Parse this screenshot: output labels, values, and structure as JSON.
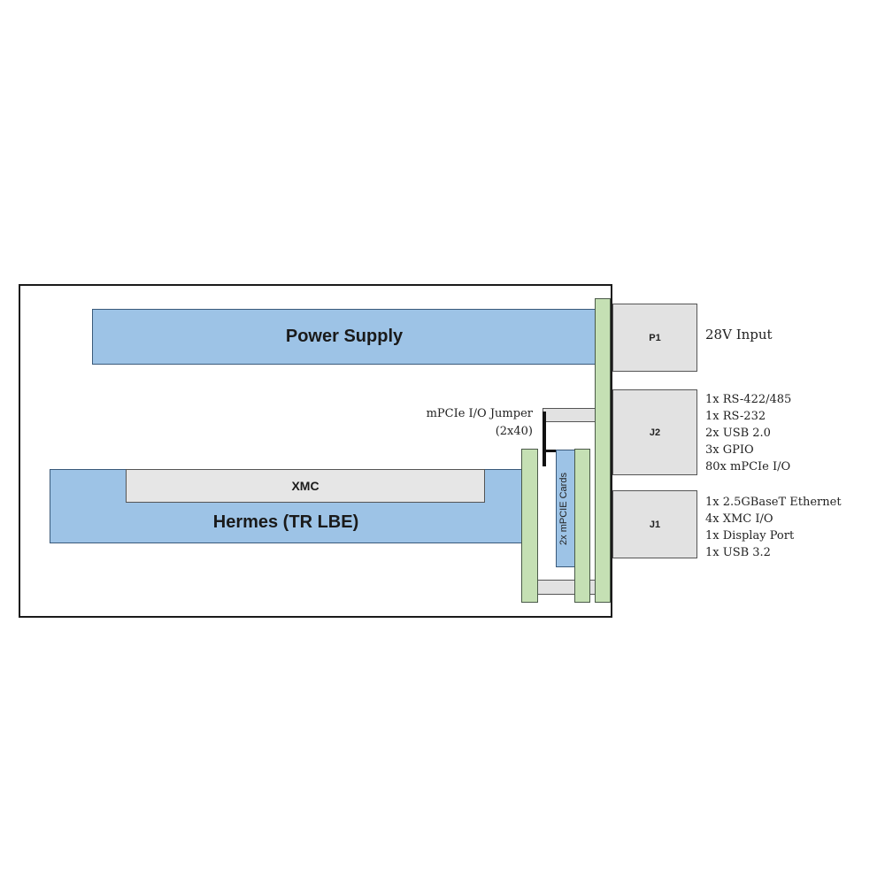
{
  "blocks": {
    "power_supply": "Power Supply",
    "hermes": "Hermes (TR LBE)",
    "xmc": "XMC",
    "mpcie_cards": "2x mPCIE Cards"
  },
  "jumper": {
    "line1": "mPCIe I/O Jumper",
    "line2": "(2x40)"
  },
  "connectors": {
    "p1": {
      "label": "P1",
      "notes": [
        "28V Input"
      ]
    },
    "j2": {
      "label": "J2",
      "notes": [
        "1x RS-422/485",
        "1x RS-232",
        "2x USB 2.0",
        "3x GPIO",
        "80x mPCIe I/O"
      ]
    },
    "j1": {
      "label": "J1",
      "notes": [
        "1x 2.5GBaseT Ethernet",
        "4x XMC I/O",
        "1x Display Port",
        "1x USB 3.2"
      ]
    }
  }
}
